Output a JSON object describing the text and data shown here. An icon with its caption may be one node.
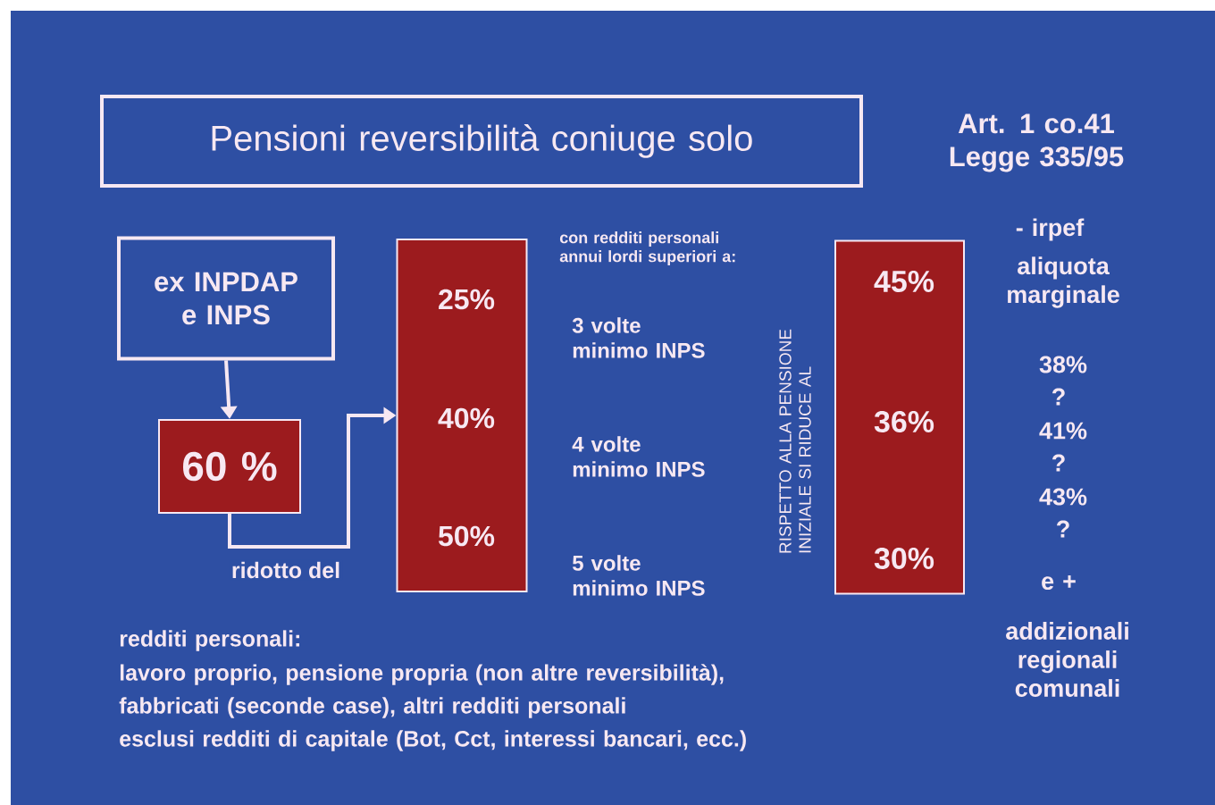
{
  "diagram": {
    "nodes": [
      {
        "text": [
          "Pensioni reversibilità coniuge solo"
        ]
      },
      {
        "text": [
          "ex INPDAP e INPS"
        ]
      },
      {
        "text": [
          "60 %"
        ]
      },
      {
        "text": [
          "25%",
          "40%",
          "50%"
        ]
      },
      {
        "text": [
          "45%",
          "36%",
          "30%"
        ]
      }
    ],
    "edges": [
      {
        "from": 1,
        "to": 2,
        "arrow": "to"
      },
      {
        "from": 2,
        "to": 3,
        "arrow": "to",
        "label": "ridotto del"
      }
    ],
    "labels": [
      "Art. 1 co.41 Legge 335/95",
      "con redditi personali annui lordi superiori a:",
      "- irpef",
      "aliquota marginale",
      "3 volte minimo INPS",
      "RISPETTO ALLA PENSIONE INIZIALE SI RIDUCE AL",
      "38%",
      "?",
      "41%",
      "?",
      "4 volte minimo INPS",
      "43%",
      "?",
      "5 volte minimo INPS",
      "e +",
      "addizionali regionali comunali",
      "redditi personali:",
      "lavoro proprio, pensione propria (non altre reversibilità),",
      "fabbricati (seconde case),    altri redditi personali",
      "esclusi redditi di capitale (Bot, Cct, interessi bancari, ecc.)"
    ]
  }
}
